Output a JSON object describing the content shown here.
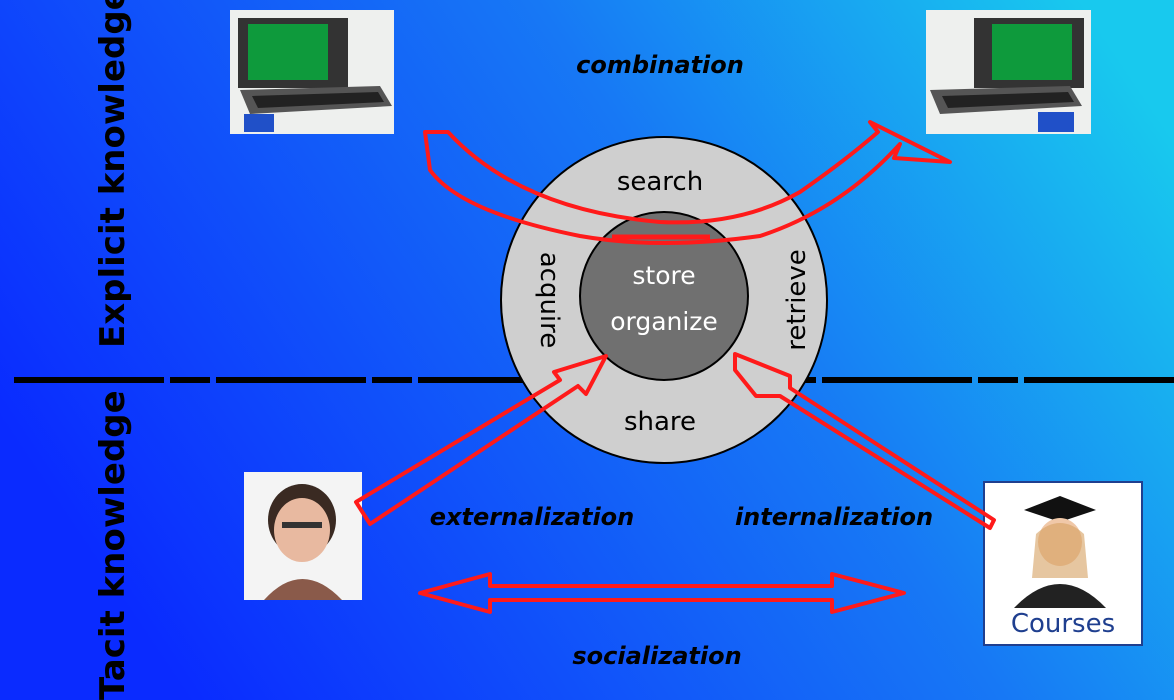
{
  "axis_labels": {
    "explicit": "Explicit knowledge",
    "tacit": "Tacit knowledge"
  },
  "processes": {
    "combination": "combination",
    "externalization": "externalization",
    "internalization": "internalization",
    "socialization": "socialization"
  },
  "cycle": {
    "search": "search",
    "acquire": "acquire",
    "retrieve": "retrieve",
    "share": "share",
    "core_line1": "store",
    "core_line2": "organize"
  },
  "graduate_caption": "Courses",
  "colors": {
    "background_left": "#0a2bff",
    "background_right": "#18c9ee",
    "ring": "#cfcfcf",
    "core": "#707070",
    "arrow": "#ff1a1a"
  },
  "icons": [
    "computer-icon",
    "computer-icon",
    "woman-photo-icon",
    "graduate-icon"
  ]
}
